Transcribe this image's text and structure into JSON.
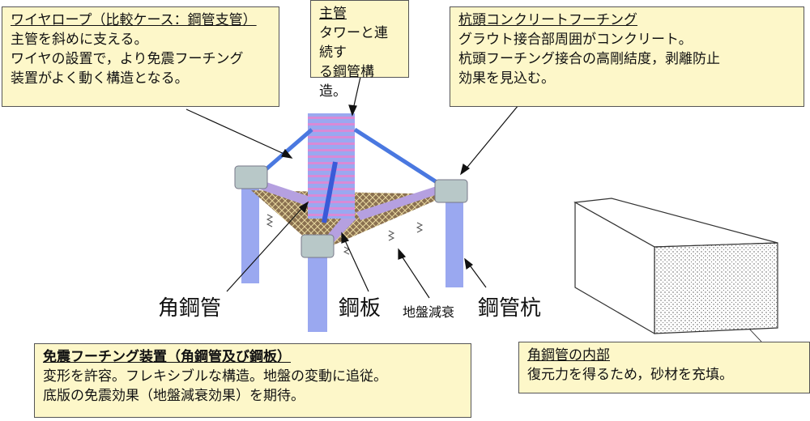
{
  "wire_box": {
    "title": "ワイヤロープ（比較ケース：鋼管支管）",
    "lines": [
      "主管を斜めに支える。",
      "ワイヤの設置で，より免震フーチング",
      "装置がよく動く構造となる。"
    ]
  },
  "main_pipe_box": {
    "title": "主管",
    "lines": [
      "タワーと連続す",
      "る鋼管構造。"
    ]
  },
  "pile_head_box": {
    "title": "杭頭コンクリートフーチング",
    "lines": [
      "グラウト接合部周囲がコンクリート。",
      "杭頭フーチング接合の高剛結度，剥離防止",
      "効果を見込む。"
    ]
  },
  "isolation_box": {
    "title": "免震フーチング装置（角鋼管及び鋼板）",
    "lines": [
      "変形を許容。フレキシブルな構造。地盤の変動に追従。",
      "底版の免震効果（地盤減衰効果）を期待。"
    ]
  },
  "interior_box": {
    "title": "角鋼管の内部",
    "lines": [
      "復元力を得るため，砂材を充填。"
    ]
  },
  "labels": {
    "square_pipe": "角鋼管",
    "steel_plate": "鋼板",
    "ground_damping": "地盤減衰",
    "steel_pile": "鋼管杭"
  },
  "colors": {
    "box_fill": "#fdf7c9",
    "pipe": "#9aa8f0",
    "stripe": "#d98ad6",
    "concrete": "#b8c8c8",
    "plate": "#8a7050"
  }
}
